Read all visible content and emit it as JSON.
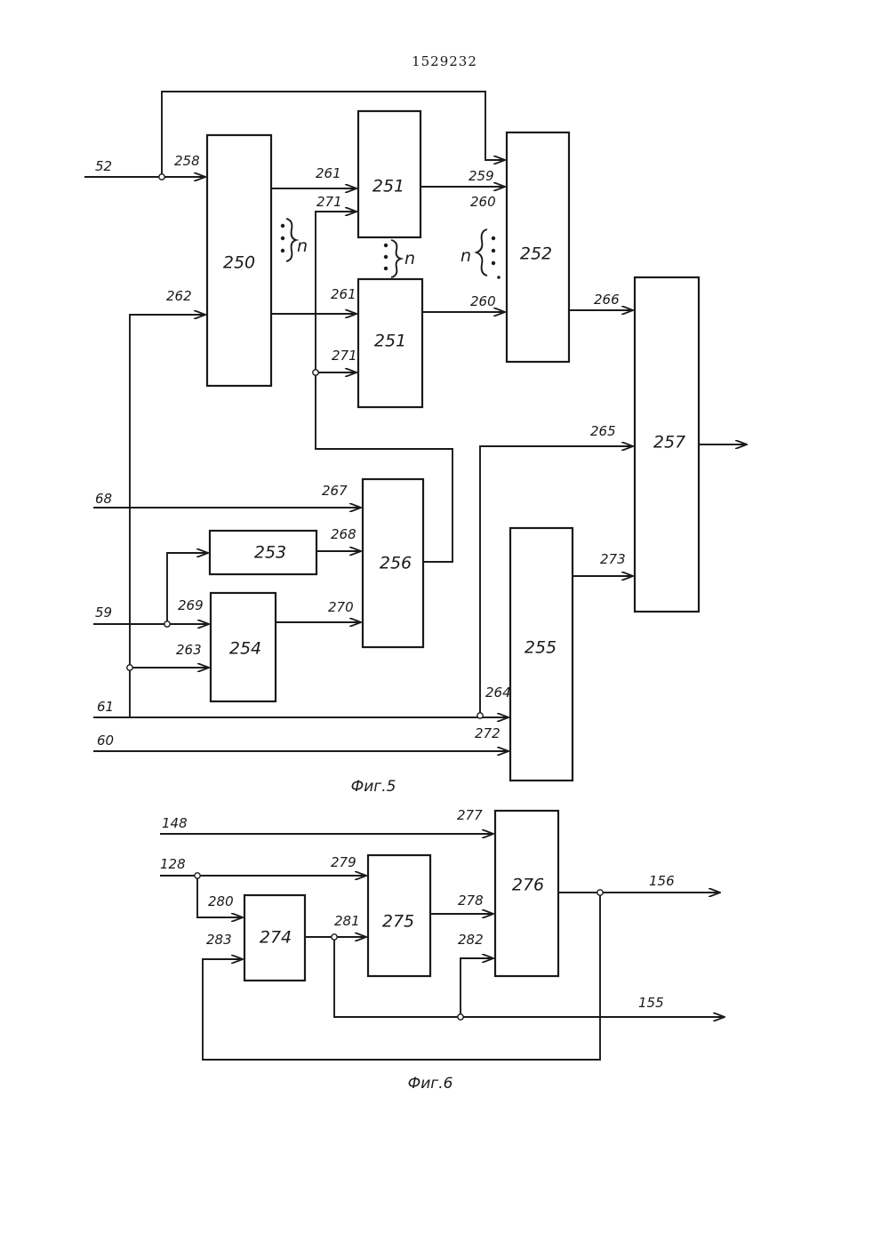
{
  "page_number": "1529232",
  "fig5": {
    "caption": "Фиг.5",
    "blocks": {
      "b250": "250",
      "b251a": "251",
      "b251b": "251",
      "b252": "252",
      "b253": "253",
      "b254": "254",
      "b255": "255",
      "b256": "256",
      "b257": "257"
    },
    "inputs": {
      "in52": "52",
      "in68": "68",
      "in59": "59",
      "in61": "61",
      "in60": "60"
    },
    "ports": {
      "p258": "258",
      "p262": "262",
      "p261a": "261",
      "p271a": "271",
      "p261b": "261",
      "p271b": "271",
      "p259": "259",
      "p260a": "260",
      "p260b": "260",
      "p266": "266",
      "p265": "265",
      "p267": "267",
      "p268": "268",
      "p269": "269",
      "p270": "270",
      "p263": "263",
      "p264": "264",
      "p272": "272",
      "p273": "273"
    },
    "ellipsis": {
      "n1": "n",
      "n2": "n",
      "n3": "n"
    }
  },
  "fig6": {
    "caption": "Фиг.6",
    "blocks": {
      "b274": "274",
      "b275": "275",
      "b276": "276"
    },
    "inputs": {
      "in148": "148",
      "in128": "128"
    },
    "outputs": {
      "out156": "156",
      "out155": "155"
    },
    "ports": {
      "p277": "277",
      "p279": "279",
      "p280": "280",
      "p283": "283",
      "p281": "281",
      "p278": "278",
      "p282": "282"
    }
  }
}
